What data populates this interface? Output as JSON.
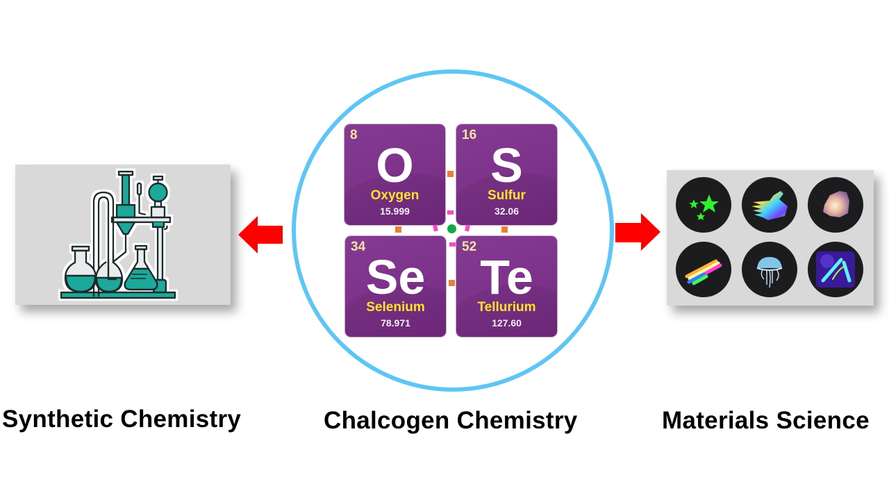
{
  "diagram": {
    "center": {
      "title": "Chalcogen Chemistry",
      "ring_color": "#5ec5f7",
      "elements": [
        {
          "number": "8",
          "symbol": "O",
          "name": "Oxygen",
          "mass": "15.999"
        },
        {
          "number": "16",
          "symbol": "S",
          "name": "Sulfur",
          "mass": "32.06"
        },
        {
          "number": "34",
          "symbol": "Se",
          "name": "Selenium",
          "mass": "78.971"
        },
        {
          "number": "52",
          "symbol": "Te",
          "name": "Tellurium",
          "mass": "127.60"
        }
      ],
      "tile_color": "#7d3289",
      "name_color": "#ffe22c",
      "number_color": "#f7e3a2"
    },
    "left": {
      "title": "Synthetic Chemistry",
      "image": "laboratory-glassware-apparatus",
      "arrow_direction": "left",
      "accent_color": "#1ea89a"
    },
    "right": {
      "title": "Materials Science",
      "arrow_direction": "right",
      "images": [
        "glowing-stars",
        "fluorescent-painted-hand",
        "luminescent-mineral",
        "glow-sticks",
        "bioluminescent-jellyfish",
        "uv-fluorescent-tubes"
      ]
    },
    "arrow_color": "#ff0000"
  }
}
